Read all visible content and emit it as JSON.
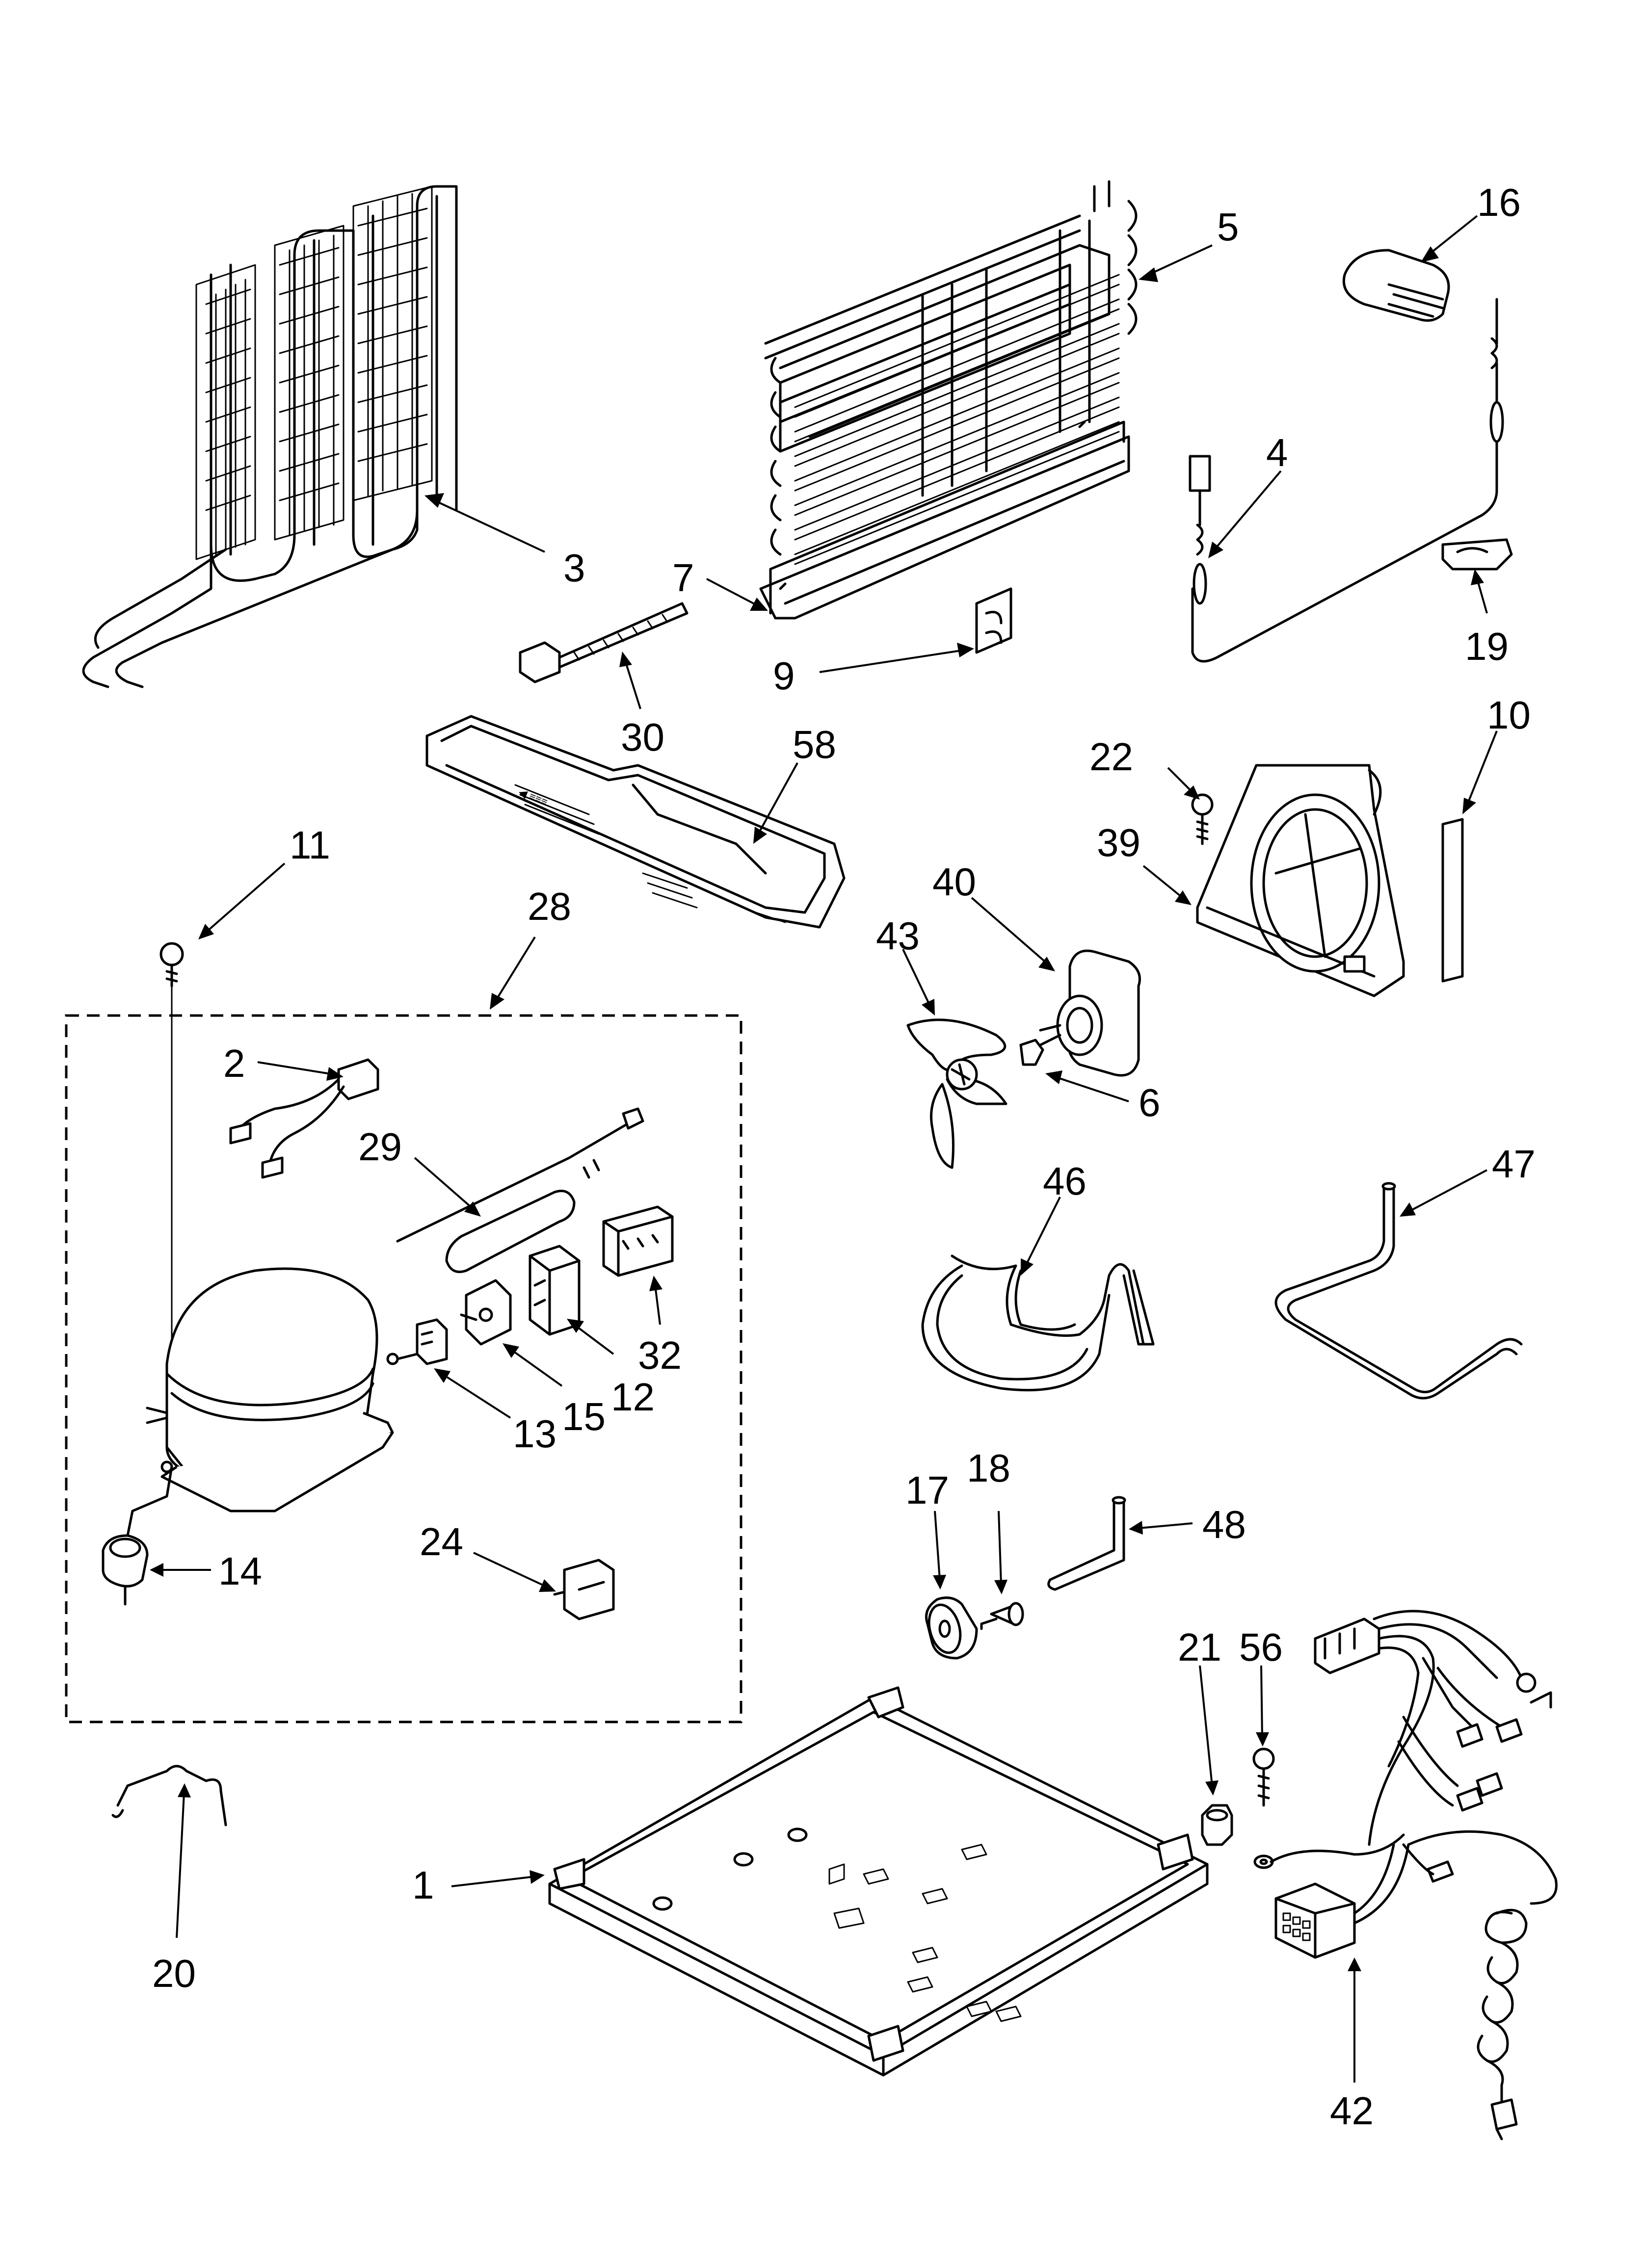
{
  "diagram": {
    "labels": {
      "p1": "1",
      "p2": "2",
      "p3": "3",
      "p4": "4",
      "p5": "5",
      "p6": "6",
      "p7": "7",
      "p9": "9",
      "p10": "10",
      "p11": "11",
      "p12": "12",
      "p13": "13",
      "p14": "14",
      "p15": "15",
      "p16": "16",
      "p17": "17",
      "p18": "18",
      "p19": "19",
      "p20": "20",
      "p21": "21",
      "p22": "22",
      "p24": "24",
      "p28": "28",
      "p29": "29",
      "p30": "30",
      "p32": "32",
      "p39": "39",
      "p40": "40",
      "p42": "42",
      "p43": "43",
      "p46": "46",
      "p47": "47",
      "p48": "48",
      "p56": "56",
      "p58": "58"
    }
  }
}
